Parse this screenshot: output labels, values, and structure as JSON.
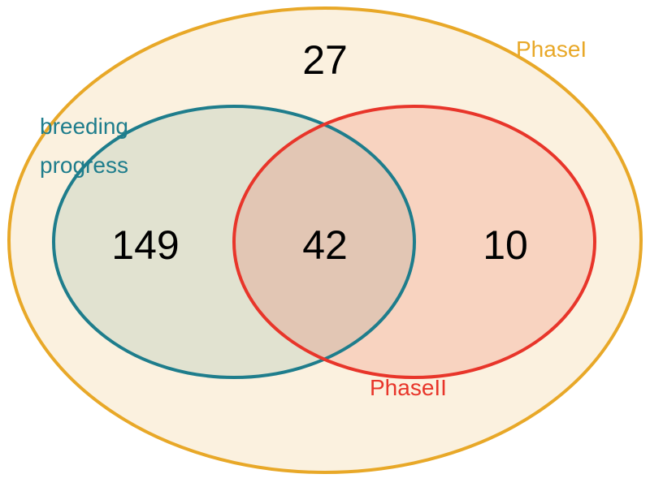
{
  "sets": {
    "outer": {
      "label": "PhaseI",
      "color": "#E8A828",
      "fill": "#FBF1DF"
    },
    "left": {
      "label_line1": "breeding",
      "label_line2": "progress",
      "color": "#1E7D8C",
      "fill": "#E1E2D0"
    },
    "right": {
      "label": "PhaseII",
      "color": "#E8352A",
      "fill": "#F8D3C0"
    },
    "overlap_fill": "#E2C6B4"
  },
  "counts": {
    "outer_only": "27",
    "left_only": "149",
    "intersection": "42",
    "right_only": "10"
  }
}
